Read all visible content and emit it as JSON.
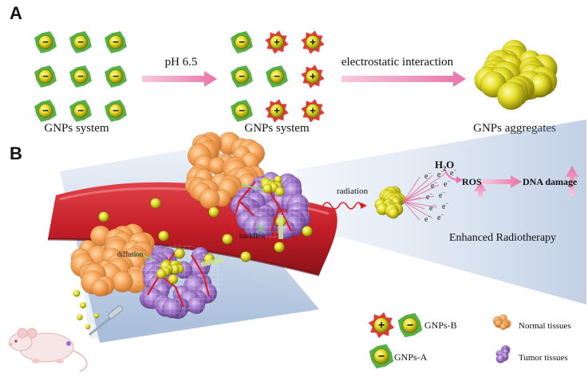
{
  "panels": {
    "a": "A",
    "b": "B"
  },
  "panel_a": {
    "step1_label": "pH 6.5",
    "step2_label": "electrostatic interaction",
    "group1_caption": "GNPs system",
    "group2_caption": "GNPs system",
    "group3_caption": "GNPs aggregates",
    "group1_signs": [
      "-",
      "-",
      "-",
      "-",
      "-",
      "-",
      "-",
      "-",
      "-"
    ],
    "group2_signs": [
      "-",
      "+",
      "+",
      "-",
      "-",
      "+",
      "-",
      "+",
      "+"
    ],
    "group1_colors": [
      "green",
      "green",
      "green",
      "green",
      "green",
      "green",
      "green",
      "green",
      "green"
    ],
    "group2_colors": [
      "green",
      "red",
      "red",
      "green",
      "green",
      "red",
      "green",
      "red",
      "red"
    ]
  },
  "panel_b": {
    "radiation_label": "radiation",
    "electron_label": "e",
    "water_label": "H",
    "water_sub": "2",
    "water_tail": "O",
    "ros_label": "ROS",
    "dna_label": "DNA damage",
    "enhanced_label": "Enhanced Radiotherapy",
    "backflow_label": "backflow",
    "diffusion_label": "diffusion"
  },
  "legend": {
    "gnps_b": "GNPs-B",
    "gnps_a": "GNPs-A",
    "normal": "Normal tissues",
    "tumor": "Tumor tissues"
  },
  "colors": {
    "gold": "#d9d21a",
    "green_star": "#56b046",
    "red_star": "#e03a3a",
    "vessel": "#c8202a",
    "normal_tissue": "#f3a25a",
    "tumor_tissue": "#9b6ac4",
    "arrow_pink": "#f0a0c4"
  }
}
